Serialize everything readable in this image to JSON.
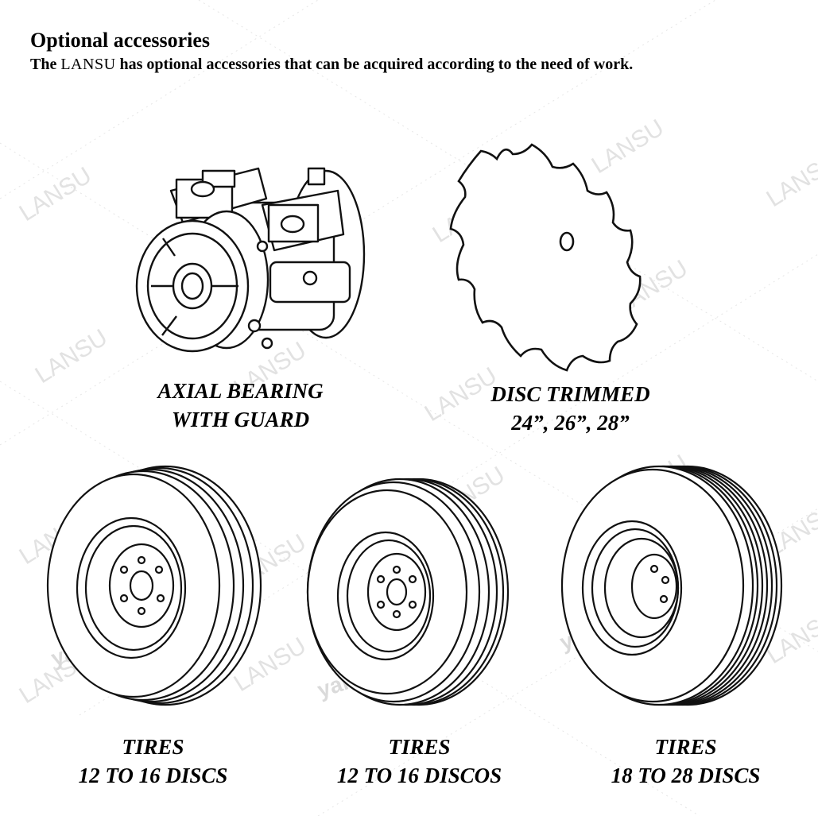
{
  "header": {
    "title": "Optional accessories",
    "description_prefix": "The ",
    "brand": "LANSU",
    "description_suffix": " has optional accessories that can be acquired according to the need of work."
  },
  "watermark": {
    "brand": "LANSU",
    "site": "yantailansu.com"
  },
  "accessories": [
    {
      "line1": "AXIAL BEARING",
      "line2": "WITH GUARD"
    },
    {
      "line1": "DISC TRIMMED",
      "line2": "24”, 26”, 28”"
    },
    {
      "line1": "TIRES",
      "line2": "12 TO 16 DISCS"
    },
    {
      "line1": "TIRES",
      "line2": "12 TO 16 DISCOS"
    },
    {
      "line1": "TIRES",
      "line2": "18 TO 28 DISCS"
    }
  ]
}
